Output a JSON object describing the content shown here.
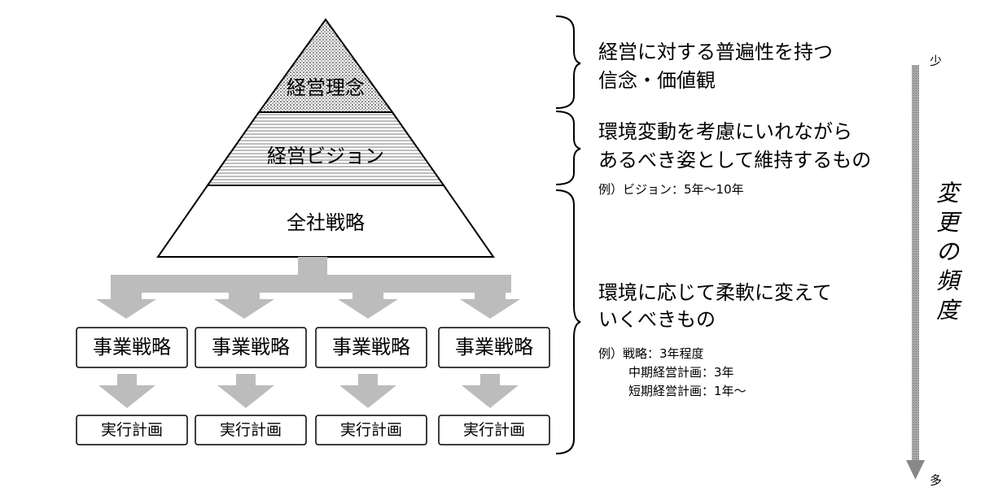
{
  "pyramid": {
    "top": "経営理念",
    "middle": "経営ビジョン",
    "base": "全社戦略"
  },
  "business_strategies": [
    "事業戦略",
    "事業戦略",
    "事業戦略",
    "事業戦略"
  ],
  "action_plans": [
    "実行計画",
    "実行計画",
    "実行計画",
    "実行計画"
  ],
  "annotations": {
    "philosophy": {
      "line1": "経営に対する普遍性を持つ",
      "line2": "信念・価値観"
    },
    "vision": {
      "line1": "環境変動を考慮にいれながら",
      "line2": "あるべき姿として維持するもの",
      "example": "例）ビジョン：5年～10年"
    },
    "strategy": {
      "line1": "環境に応じて柔軟に変えて",
      "line2": "いくべきもの",
      "example1": "例）戦略：3年程度",
      "example2": "中期経営計画：3年",
      "example3": "短期経営計画：1年～"
    }
  },
  "frequency_axis": {
    "label": [
      "変",
      "更",
      "の",
      "頻",
      "度"
    ],
    "low": "少",
    "high": "多"
  },
  "colors": {
    "arrow": "#bcbcbc",
    "stroke": "#000000",
    "bar": "#999999"
  }
}
